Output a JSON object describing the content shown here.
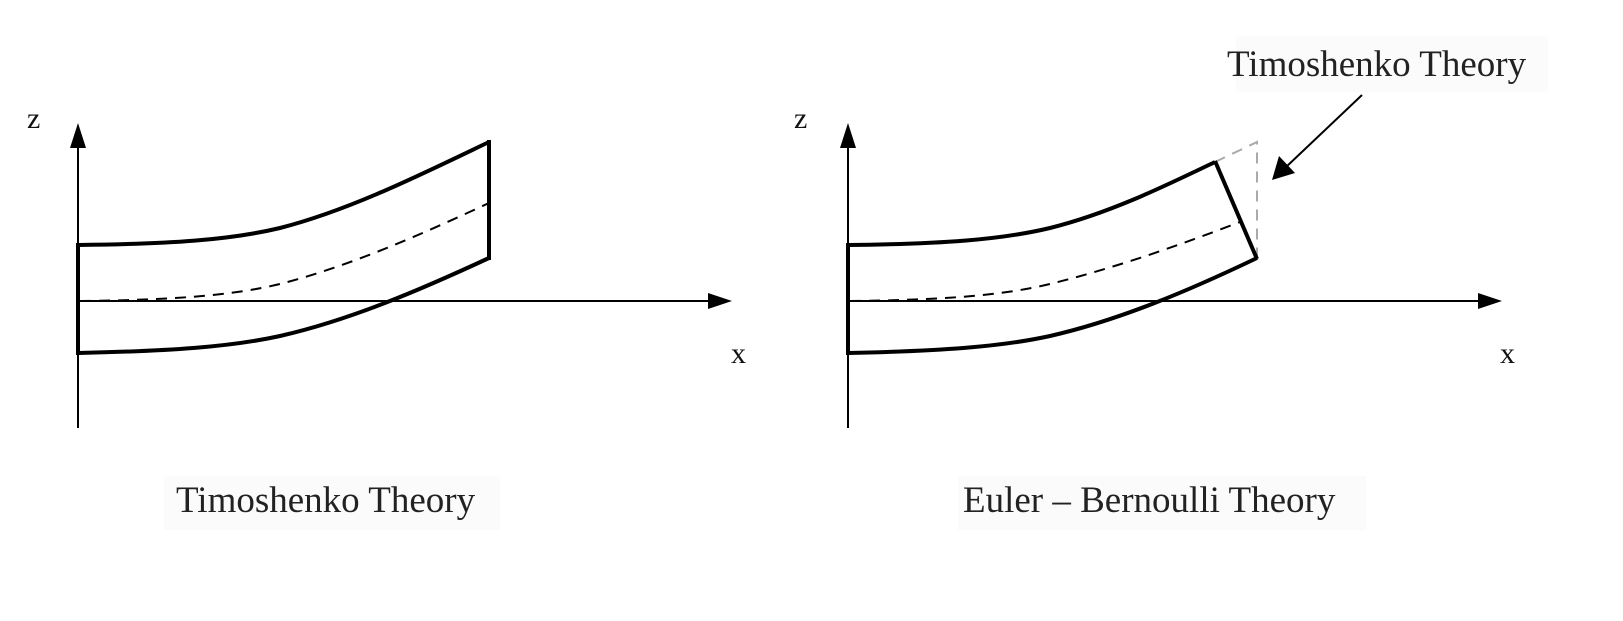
{
  "panels": [
    {
      "id": "left",
      "caption": "Timoshenko Theory",
      "axes": {
        "vertical_label": "z",
        "horizontal_label": "x"
      }
    },
    {
      "id": "right",
      "caption": "Euler – Bernoulli Theory",
      "axes": {
        "vertical_label": "z",
        "horizontal_label": "x"
      },
      "annotation": "Timoshenko Theory"
    }
  ],
  "colors": {
    "ink": "#000000",
    "text": "#222222",
    "ghost": "#aaaaaa"
  }
}
